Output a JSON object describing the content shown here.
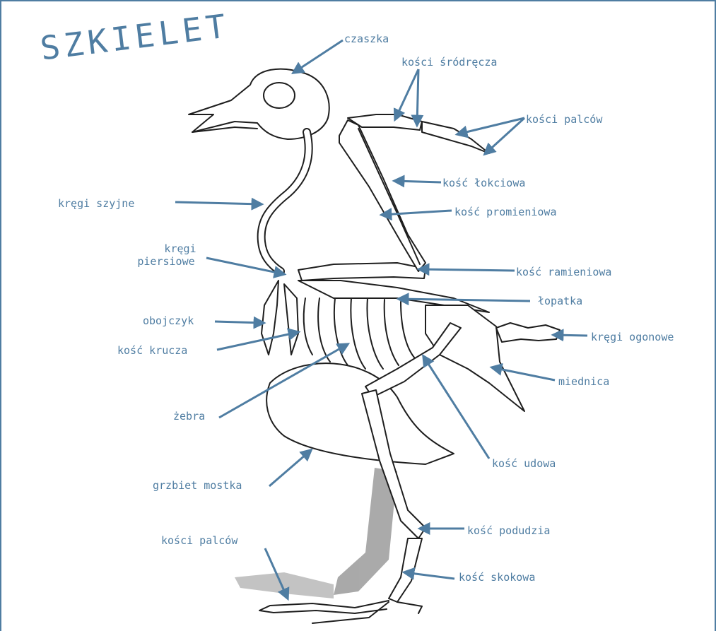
{
  "title": "SZKIELET",
  "colors": {
    "accent": "#4f7da2",
    "bone_outline": "#1e1e1e",
    "shadow": "#8d8d8d"
  },
  "labels": {
    "czaszka": "czaszka",
    "kosci_srodrecza": "kości śródręcza",
    "kosci_palcow_skrzydla": "kości palców",
    "kosc_lokciowa": "kość łokciowa",
    "kregi_szyjne": "kręgi szyjne",
    "kosc_promieniowa": "kość promieniowa",
    "kregi_piersiowe_1": "kręgi",
    "kregi_piersiowe_2": "piersiowe",
    "kosc_ramieniowa": "kość ramieniowa",
    "lopatka": "łopatka",
    "obojczyk": "obojczyk",
    "kregi_ogonowe": "kręgi ogonowe",
    "kosc_krucza": "kość krucza",
    "miednica": "miednica",
    "zebra": "żebra",
    "kosc_udowa": "kość udowa",
    "grzbiet_mostka": "grzbiet mostka",
    "kosc_podudzia": "kość podudzia",
    "kosci_palcow_nogi": "kości palców",
    "kosc_skokowa": "kość skokowa"
  }
}
